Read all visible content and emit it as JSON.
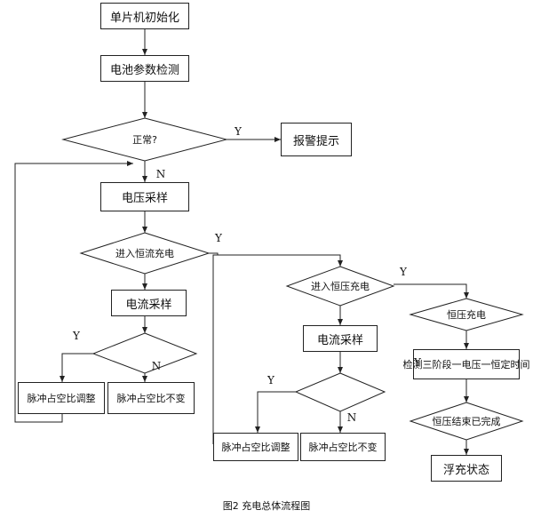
{
  "boxes": {
    "mcu_init": "单片机初始化",
    "battery_param": "电池参数检测",
    "alarm": "报警提示",
    "voltage_sample_1": "电压采样",
    "current_sample_1": "电流采样",
    "pulse_adjust_1": "脉冲占空比调整",
    "pulse_keep_1": "脉冲占空比不变",
    "current_sample_2": "电流采样",
    "pulse_adjust_2": "脉冲占空比调整",
    "pulse_keep_2": "脉冲占空比不变",
    "cycle_stage": "检测三阶段一电压一恒定时间",
    "float_charge": "浮充状态"
  },
  "decisions": {
    "d1": "正常?",
    "d2": "进入恒流充电",
    "d3": "",
    "d4": "进入恒压充电",
    "d5": "",
    "d6": "恒压充电",
    "d7": "恒压结束已完成"
  },
  "branch_labels": {
    "y1": "Y",
    "y2": "Y",
    "y3": "Y",
    "y4": "Y",
    "y5": "Y",
    "y6": "Y",
    "n1": "N",
    "n2": "N",
    "n3": "N"
  },
  "caption": "图2 充电总体流程图"
}
